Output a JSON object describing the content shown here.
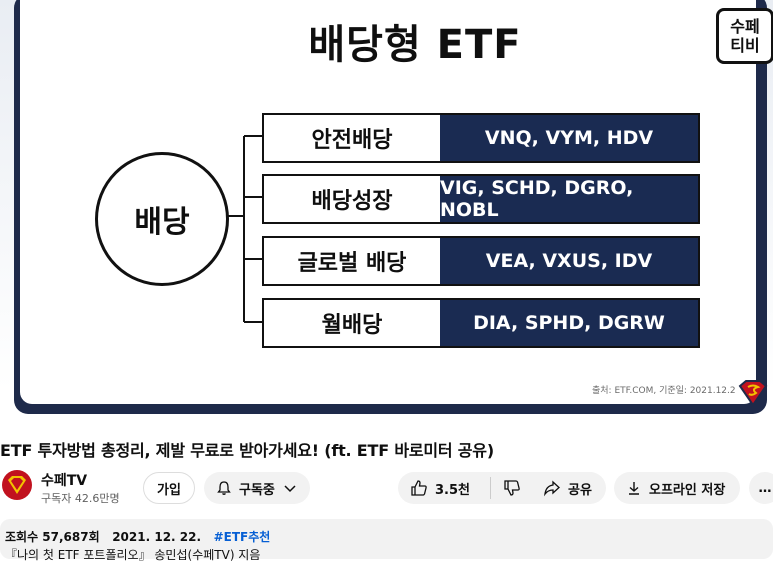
{
  "slide": {
    "title": "배당형 ETF",
    "logo_line1": "수페",
    "logo_line2": "티비",
    "center_label": "배당",
    "rows": [
      {
        "label": "안전배당",
        "value": "VNQ, VYM, HDV"
      },
      {
        "label": "배당성장",
        "value": "VIG, SCHD, DGRO, NOBL"
      },
      {
        "label": "글로벌 배당",
        "value": "VEA, VXUS, IDV"
      },
      {
        "label": "월배당",
        "value": "DIA, SPHD, DGRW"
      }
    ],
    "source": "출처: ETF.COM, 기준일: 2021.12.2"
  },
  "video": {
    "title": "ETF 투자방법 총정리, 제발 무료로 받아가세요! (ft. ETF 바로미터 공유)"
  },
  "channel": {
    "name": "수페TV",
    "subscribers": "구독자 42.6만명"
  },
  "actions": {
    "join": "가입",
    "subscribed": "구독중",
    "likes": "3.5천",
    "share": "공유",
    "offline_save": "오프라인 저장",
    "more": "…"
  },
  "description": {
    "views": "조회수 57,687회",
    "date": "2021. 12. 22.",
    "hashtag": "#ETF추천",
    "second_line": "『나의 첫 ETF 포트폴리오』 송민섭(수페TV) 지음"
  },
  "colors": {
    "dark_navy": "#1a2b52",
    "link_blue": "#065fd4",
    "channel_red": "#c1121f"
  }
}
